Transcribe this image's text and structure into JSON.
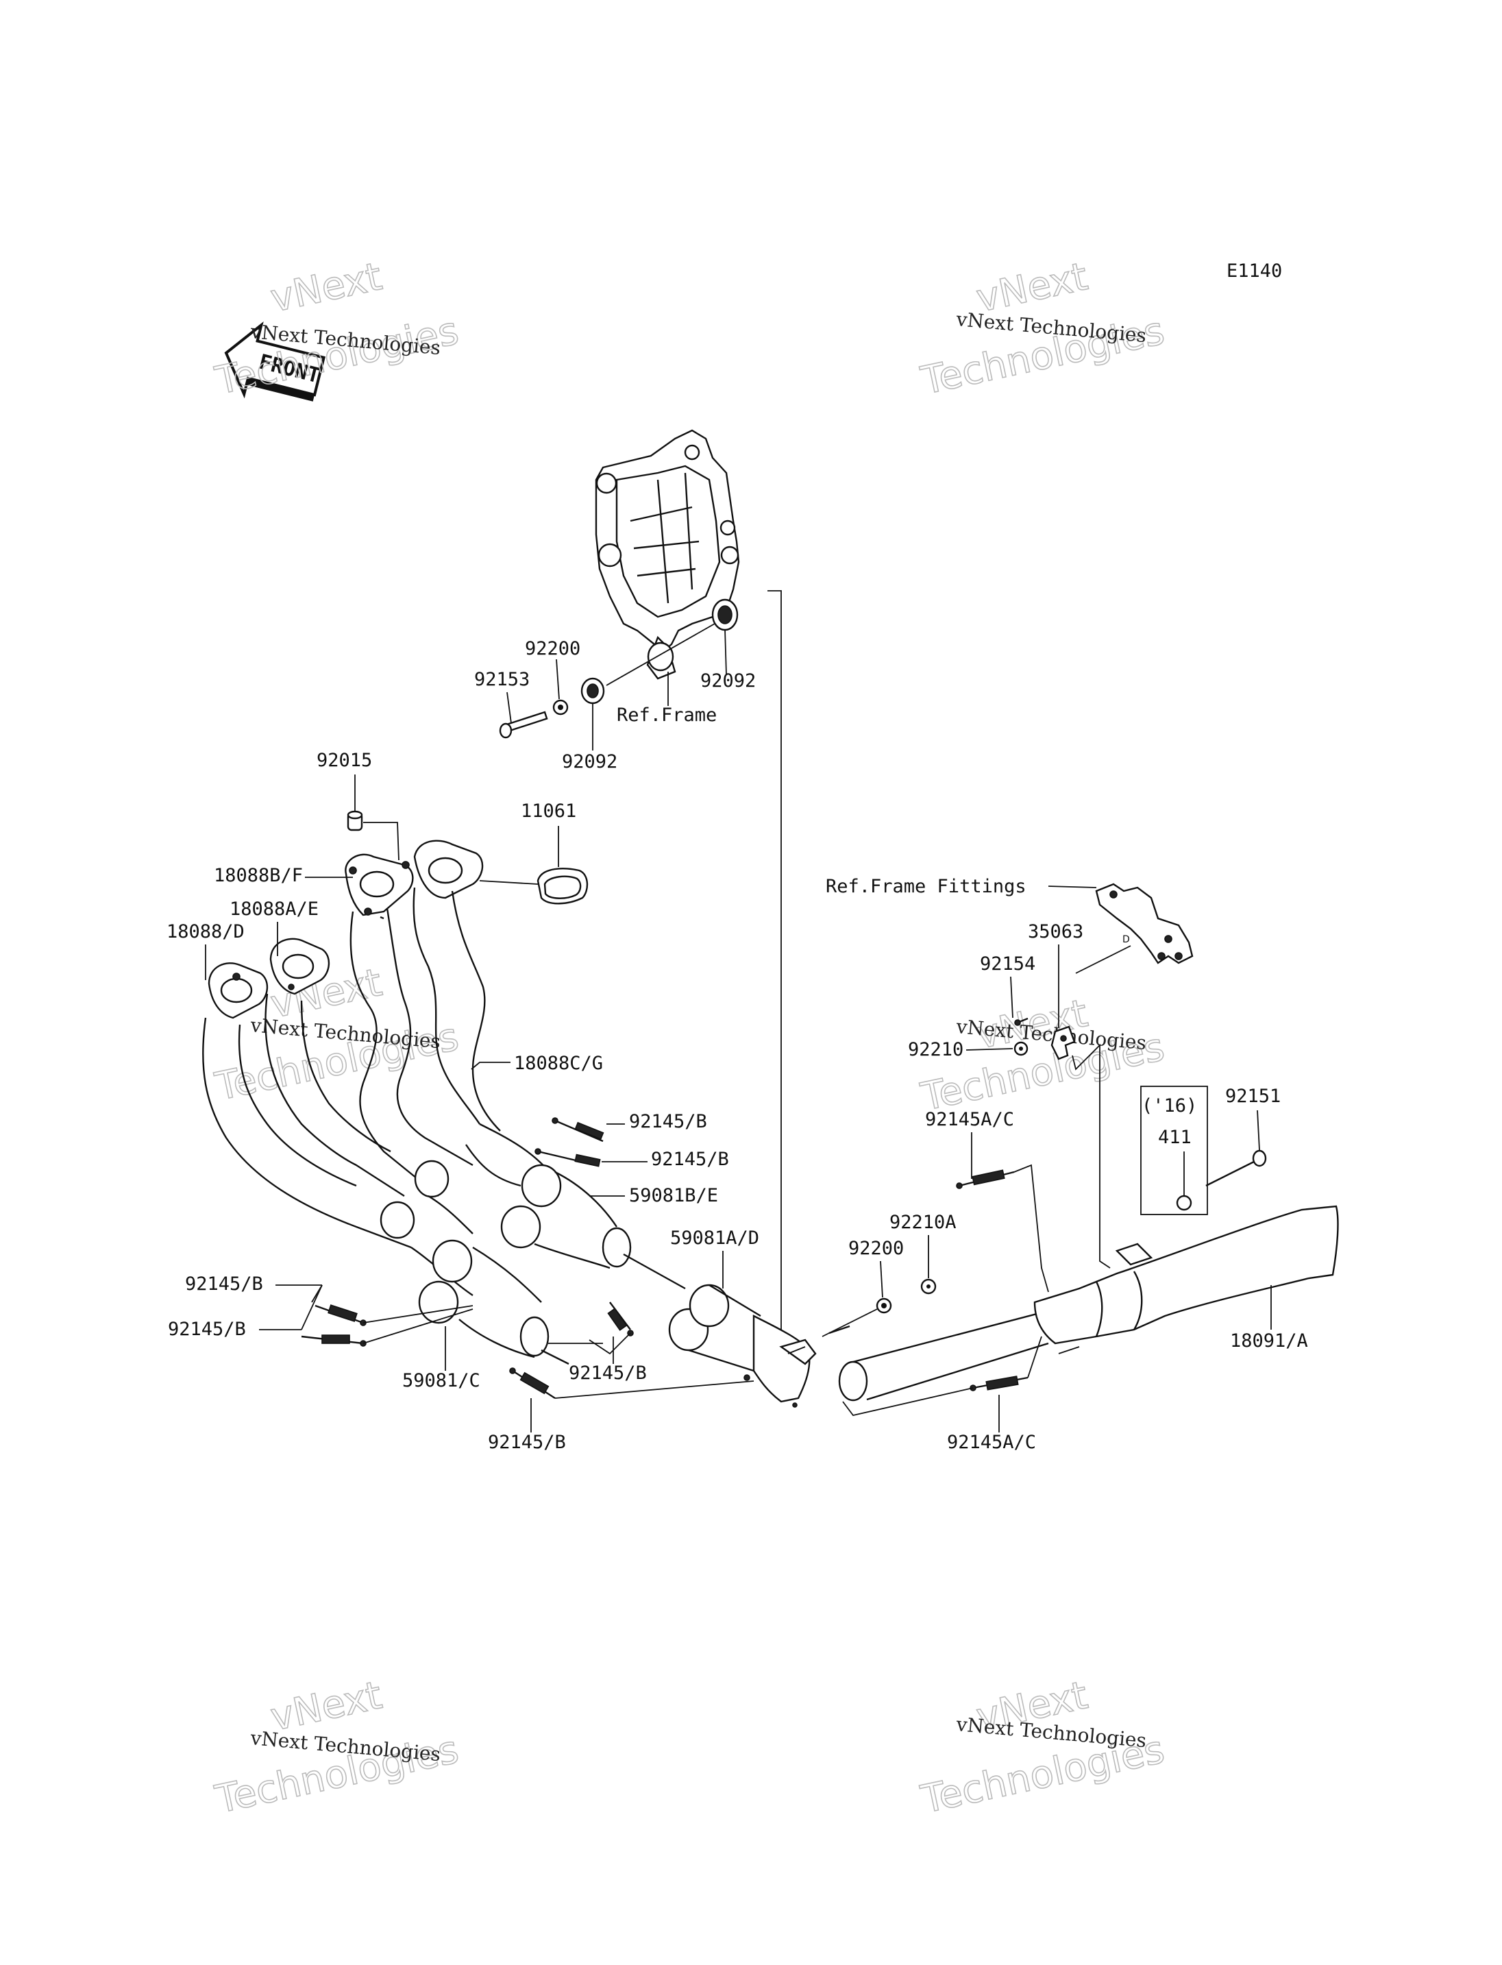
{
  "diagram_code": "E1140",
  "front_arrow": {
    "text": "FRONT",
    "icon": "front-arrow-icon"
  },
  "watermark": {
    "line1": "vNext Technologies",
    "big1": "vNext",
    "big2": "Technologies"
  },
  "ref_labels": {
    "frame": "Ref.Frame",
    "frame_fittings": "Ref.Frame Fittings"
  },
  "callouts": {
    "p92200_top": "92200",
    "p92153": "92153",
    "p92092_right": "92092",
    "p92092_left": "92092",
    "p92015": "92015",
    "p11061": "11061",
    "p18088BF": "18088B/F",
    "p18088AE": "18088A/E",
    "p18088D": "18088/D",
    "p18088CG": "18088C/G",
    "p92145B_1": "92145/B",
    "p92145B_2": "92145/B",
    "p59081BE": "59081B/E",
    "p59081AD": "59081A/D",
    "p92145B_3": "92145/B",
    "p92145B_4": "92145/B",
    "p59081C": "59081/C",
    "p92145B_5": "92145/B",
    "p92145B_6": "92145/B",
    "p35063": "35063",
    "p92154": "92154",
    "p92210": "92210",
    "p92145AC_top": "92145A/C",
    "p92151": "92151",
    "p16": "('16)",
    "p411": "411",
    "p92210A": "92210A",
    "p92200_bottom": "92200",
    "p18091A": "18091/A",
    "p92145AC_bottom": "92145A/C"
  }
}
